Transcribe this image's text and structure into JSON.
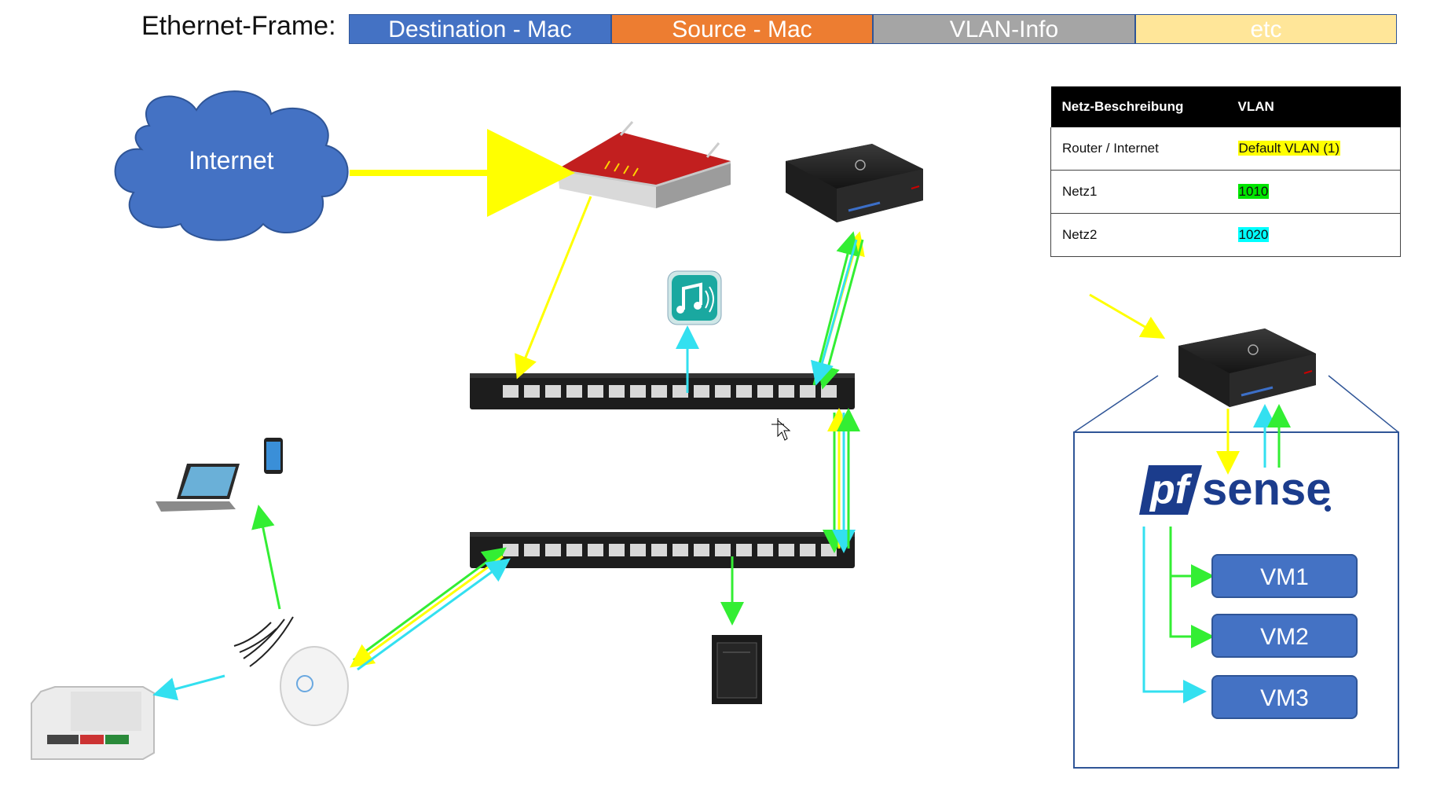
{
  "frame": {
    "label": "Ethernet-Frame:",
    "segments": [
      {
        "text": "Destination - Mac",
        "bg": "#4472c4",
        "fg": "#ffffff"
      },
      {
        "text": "Source - Mac",
        "bg": "#ed7d31",
        "fg": "#ffffff"
      },
      {
        "text": "VLAN-Info",
        "bg": "#a5a5a5",
        "fg": "#ffffff"
      },
      {
        "text": "etc",
        "bg": "#ffe699",
        "fg": "#ffffff"
      }
    ]
  },
  "cloud": {
    "label": "Internet",
    "color": "#4472c4"
  },
  "vlan_table": {
    "headers": [
      "Netz-Beschreibung",
      "VLAN"
    ],
    "rows": [
      {
        "name": "Router / Internet",
        "vlan": "Default VLAN (1)",
        "color": "#ffff00"
      },
      {
        "name": "Netz1",
        "vlan": "1010",
        "color": "#00e600"
      },
      {
        "name": "Netz2",
        "vlan": "1020",
        "color": "#00ffff"
      }
    ]
  },
  "pfsense": {
    "pf": "pf",
    "sense": "sense"
  },
  "vms": [
    "VM1",
    "VM2",
    "VM3"
  ],
  "colors": {
    "yellow": "#ffff00",
    "green": "#33ee33",
    "cyan": "#33e0f0"
  }
}
